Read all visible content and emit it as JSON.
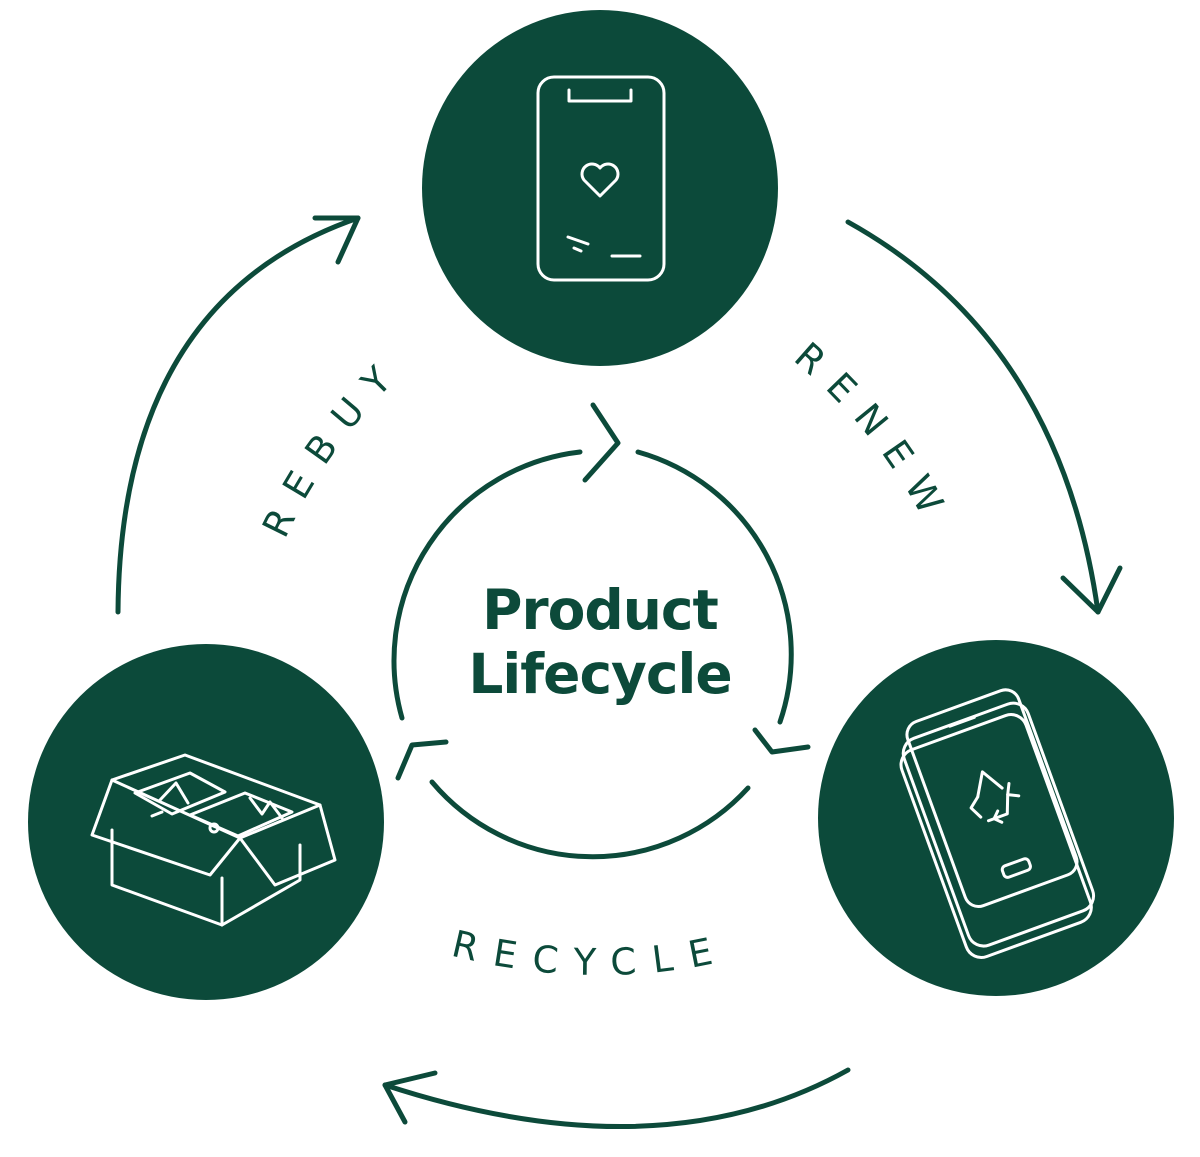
{
  "diagram": {
    "center_title": {
      "line1": "Product",
      "line2": "Lifecycle"
    },
    "stages": [
      {
        "label": "RENEW",
        "icon": "phone-heart-icon"
      },
      {
        "label": "RECYCLE",
        "icon": "phone-recycle-icon"
      },
      {
        "label": "REBUY",
        "icon": "boxed-phones-icon"
      }
    ],
    "colors": {
      "primary": "#0c4a3a",
      "icon_stroke": "#ffffff",
      "background": "#ffffff"
    }
  }
}
